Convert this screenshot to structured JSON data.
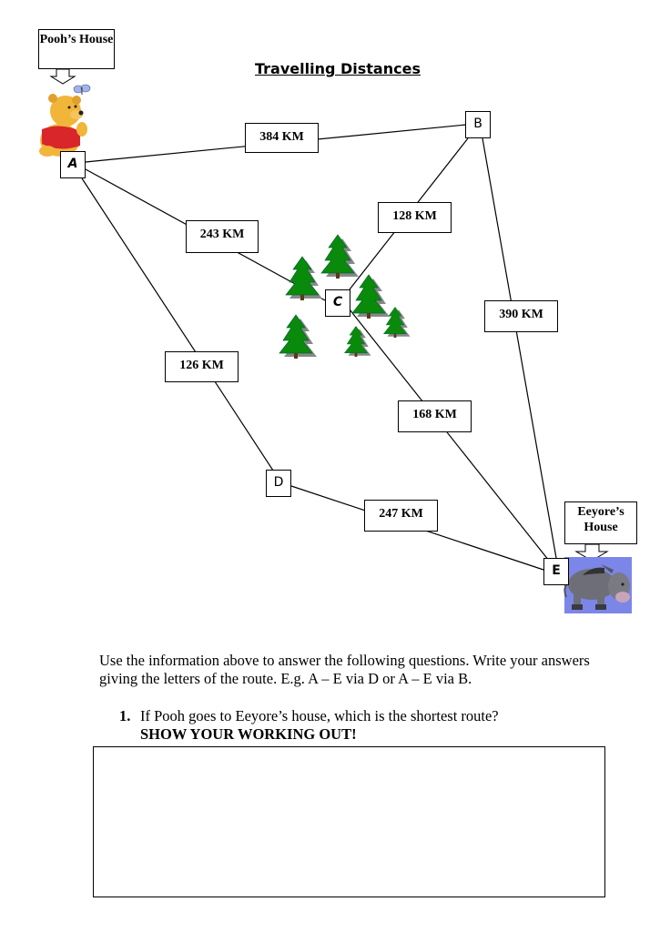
{
  "title": "Travelling Distances",
  "callouts": {
    "pooh": "Pooh’s House",
    "eeyore": "Eeyore’s House"
  },
  "nodes": {
    "a": "A",
    "b": "B",
    "c": "C",
    "d": "D",
    "e": "E"
  },
  "edges": {
    "ab": "384 KM",
    "ac": "243 KM",
    "ad": "126 KM",
    "cb": "128 KM",
    "be": "390 KM",
    "ce": "168 KM",
    "de": "247 KM"
  },
  "instructions": "Use the information above to answer the following questions. Write your answers giving the letters of the route. E.g. A – E  via D or A – E via B.",
  "question": {
    "number": "1.",
    "text": "If Pooh goes to Eeyore’s house, which is the shortest route?",
    "emphasis": "SHOW YOUR WORKING OUT!"
  },
  "illustrations": [
    "pooh-bear",
    "eeyore-donkey",
    "butterfly",
    "tree-icon"
  ]
}
